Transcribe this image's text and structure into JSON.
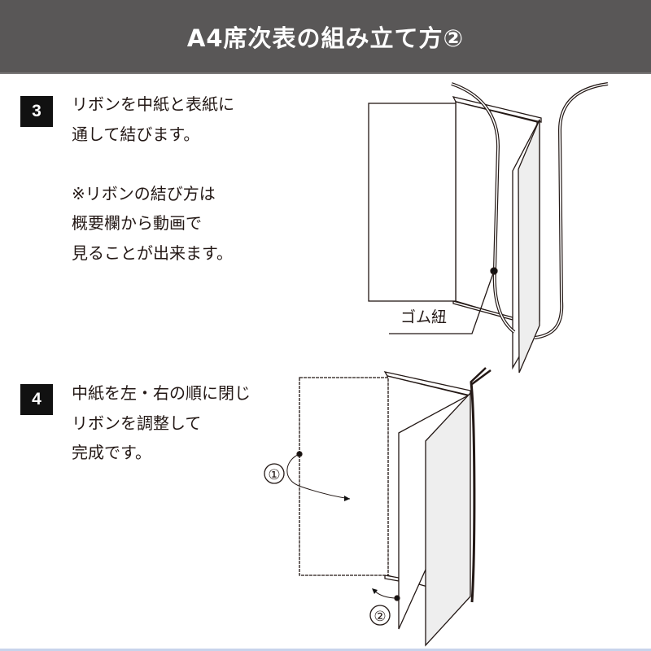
{
  "header": {
    "title": "A4席次表の組み立て方②"
  },
  "steps": [
    {
      "number": "3",
      "lines": [
        "リボンを中紙と表紙に",
        "通して結びます。",
        "",
        "※リボンの結び方は",
        "概要欄から動画で",
        "見ることが出来ます。"
      ]
    },
    {
      "number": "4",
      "lines": [
        "中紙を左・右の順に閉じ",
        "リボンを調整して",
        "完成です。"
      ]
    }
  ],
  "diagram3": {
    "label": "ゴム紐"
  },
  "diagram4": {
    "marker1": "①",
    "marker2": "②"
  },
  "colors": {
    "header_bg": "#595757",
    "page_gray": "#eeeeee"
  }
}
